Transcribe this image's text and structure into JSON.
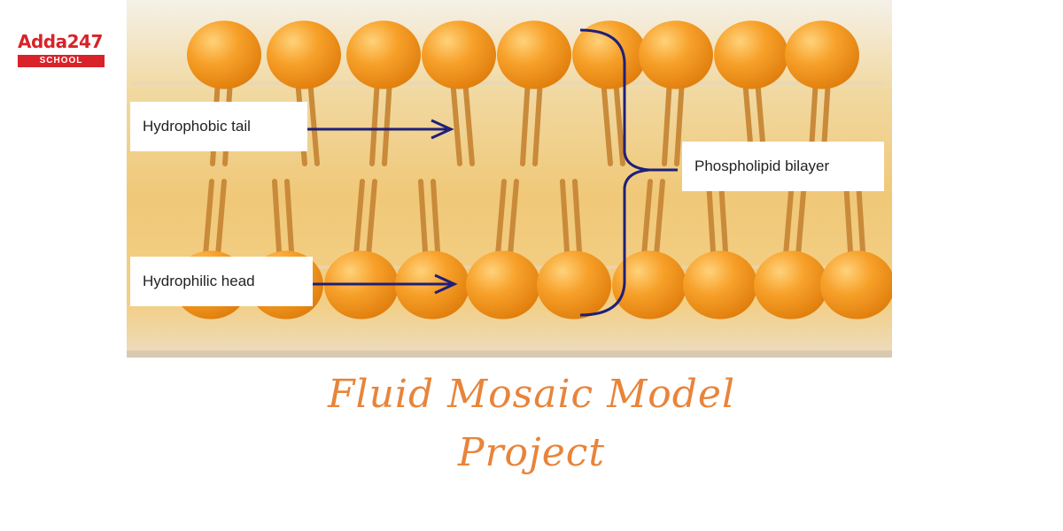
{
  "logo": {
    "text": "Adda247",
    "badge": "SCHOOL"
  },
  "labels": {
    "tail": "Hydrophobic tail",
    "head": "Hydrophilic head",
    "bilayer": "Phospholipid bilayer"
  },
  "caption": {
    "line1": "Fluid Mosaic Model",
    "line2": "Project"
  },
  "colors": {
    "brand": "#d8232a",
    "caption": "#e8843a",
    "arrow": "#1f1f7a",
    "bead": "#f39a1c"
  }
}
